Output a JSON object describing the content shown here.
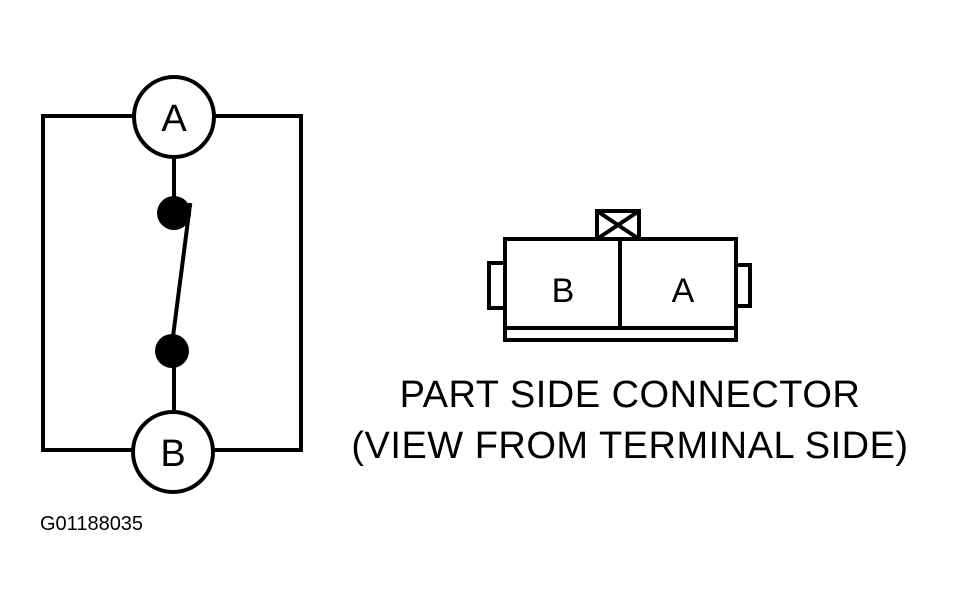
{
  "switch_schematic": {
    "terminal_top": "A",
    "terminal_bottom": "B"
  },
  "connector": {
    "cavity_left": "B",
    "cavity_right": "A"
  },
  "caption": {
    "line_1": "PART SIDE CONNECTOR",
    "line_2": "(VIEW FROM TERMINAL SIDE)"
  },
  "figure_code": "G01188035",
  "colors": {
    "ink": "#000000",
    "background": "#ffffff"
  }
}
